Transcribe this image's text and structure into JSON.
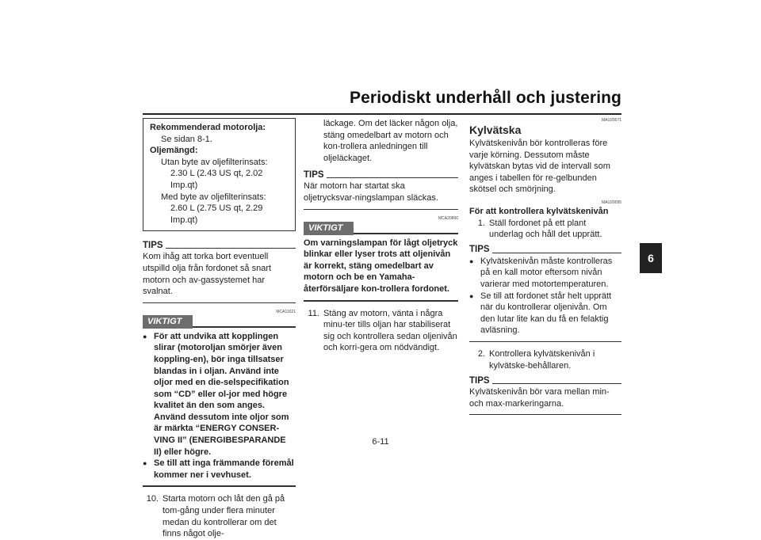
{
  "header": {
    "title": "Periodiskt underhåll och justering"
  },
  "chapter_tab": "6",
  "page_number": "6-11",
  "col1": {
    "spec": {
      "oil_label": "Rekommenderad motorolja:",
      "oil_value": "Se sidan 8-1.",
      "qty_label": "Oljemängd:",
      "without_filter": "Utan byte av oljefilterinsats:",
      "without_filter_value": "2.30 L (2.43 US qt, 2.02 Imp.qt)",
      "with_filter": "Med byte av oljefilterinsats:",
      "with_filter_value": "2.60 L (2.75 US qt, 2.29 Imp.qt)"
    },
    "tips_label": "TIPS",
    "tips_text": "Kom ihåg att torka bort eventuell utspilld olja från fordonet så snart motorn och av-gassystemet har svalnat.",
    "viktigt_label": "VIKTIGT",
    "viktigt_ref": "MCA11621",
    "viktigt_bullets": [
      "För att undvika att kopplingen slirar (motoroljan smörjer även koppling-en), bör inga tillsatser blandas in i oljan. Använd inte oljor med en die-selspecifikation som “CD” eller ol-jor med högre kvalitet än den som anges. Använd dessutom inte oljor som är märkta “ENERGY CONSER-VING II” (ENERGIBESPARANDE II) eller högre.",
      "Se till att inga främmande föremål kommer ner i vevhuset."
    ],
    "step10_num": "10.",
    "step10_text": "Starta motorn och låt den gå på tom-gång under flera minuter medan du kontrollerar om det finns något olje-"
  },
  "col2": {
    "step10_cont": "läckage. Om det läcker någon olja, stäng omedelbart av motorn och kon-trollera anledningen till oljeläckaget.",
    "tips_label": "TIPS",
    "tips_text": "När motorn har startat ska oljetrycksvar-ningslampan släckas.",
    "viktigt_ref": "MCA20860",
    "viktigt_label": "VIKTIGT",
    "viktigt_text": "Om varningslampan för lågt oljetryck blinkar eller lyser trots att oljenivån är korrekt, stäng omedelbart av motorn och be en Yamaha-återförsäljare kon-trollera fordonet.",
    "step11_num": "11.",
    "step11_text": "Stäng av motorn, vänta i några minu-ter tills oljan har stabiliserat sig och kontrollera sedan oljenivån och korri-gera om nödvändigt."
  },
  "col3": {
    "ref1": "MAU20071",
    "section_title": "Kylvätska",
    "intro": "Kylvätskenivån bör kontrolleras före varje körning. Dessutom måste kylvätskan bytas vid de intervall som anges i tabellen för re-gelbunden skötsel och smörjning.",
    "ref2": "MAU20095",
    "sub_title": "För att kontrollera kylvätskenivån",
    "step1_num": "1.",
    "step1_text": "Ställ fordonet på ett plant underlag och håll det upprätt.",
    "tips_label": "TIPS",
    "tips_bullets": [
      "Kylvätskenivån måste kontrolleras på en kall motor eftersom nivån varierar med motortemperaturen.",
      "Se till att fordonet står helt upprätt när du kontrollerar oljenivån. Om den lutar lite kan du få en felaktig avläsning."
    ],
    "step2_num": "2.",
    "step2_text": "Kontrollera kylvätskenivån i kylvätske-behållaren.",
    "tips2_label": "TIPS",
    "tips2_text": "Kylvätskenivån bör vara mellan min- och max-markeringarna."
  }
}
